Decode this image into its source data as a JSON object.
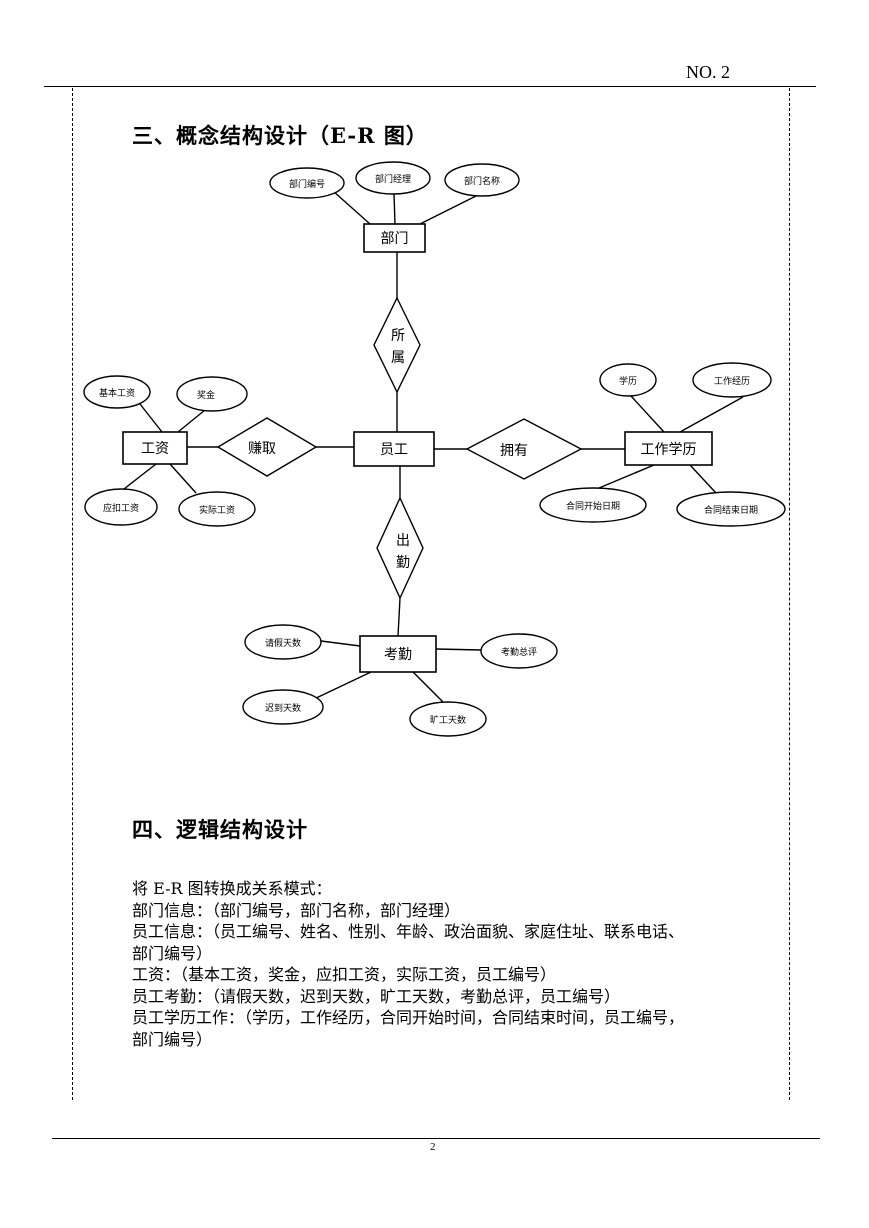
{
  "header": {
    "page_number": "NO. 2"
  },
  "sections": {
    "er_heading": "三、概念结构设计（E-R 图）",
    "logic_heading": "四、逻辑结构设计"
  },
  "er_diagram": {
    "entities": {
      "dept": "部门",
      "employee": "员工",
      "salary": "工资",
      "education": "工作学历",
      "attendance": "考勤"
    },
    "relationships": {
      "belongs": [
        "所",
        "属"
      ],
      "earn": "赚取",
      "have": "拥有",
      "attend": [
        "出",
        "勤"
      ]
    },
    "attributes": {
      "dept_no": "部门编号",
      "dept_manager": "部门经理",
      "dept_name": "部门名称",
      "base_salary": "基本工资",
      "bonus": "奖金",
      "deduction": "应扣工资",
      "actual_salary": "实际工资",
      "degree": "学历",
      "work_exp": "工作经历",
      "contract_start": "合同开始日期",
      "contract_end": "合同结束日期",
      "leave_days": "请假天数",
      "late_days": "迟到天数",
      "absent_days": "旷工天数",
      "attendance_review": "考勤总评"
    }
  },
  "logic_lines": [
    "将 E-R 图转换成关系模式：",
    "部门信息：（部门编号，部门名称，部门经理）",
    "员工信息：（员工编号、姓名、性别、年龄、政治面貌、家庭住址、联系电话、",
    "部门编号）",
    "工资：（基本工资，奖金，应扣工资，实际工资，员工编号）",
    "员工考勤：（请假天数，迟到天数，旷工天数，考勤总评，员工编号）",
    "员工学历工作：（学历，工作经历，合同开始时间，合同结束时间，员工编号，",
    "部门编号）"
  ],
  "footer": {
    "page_number": "2"
  }
}
